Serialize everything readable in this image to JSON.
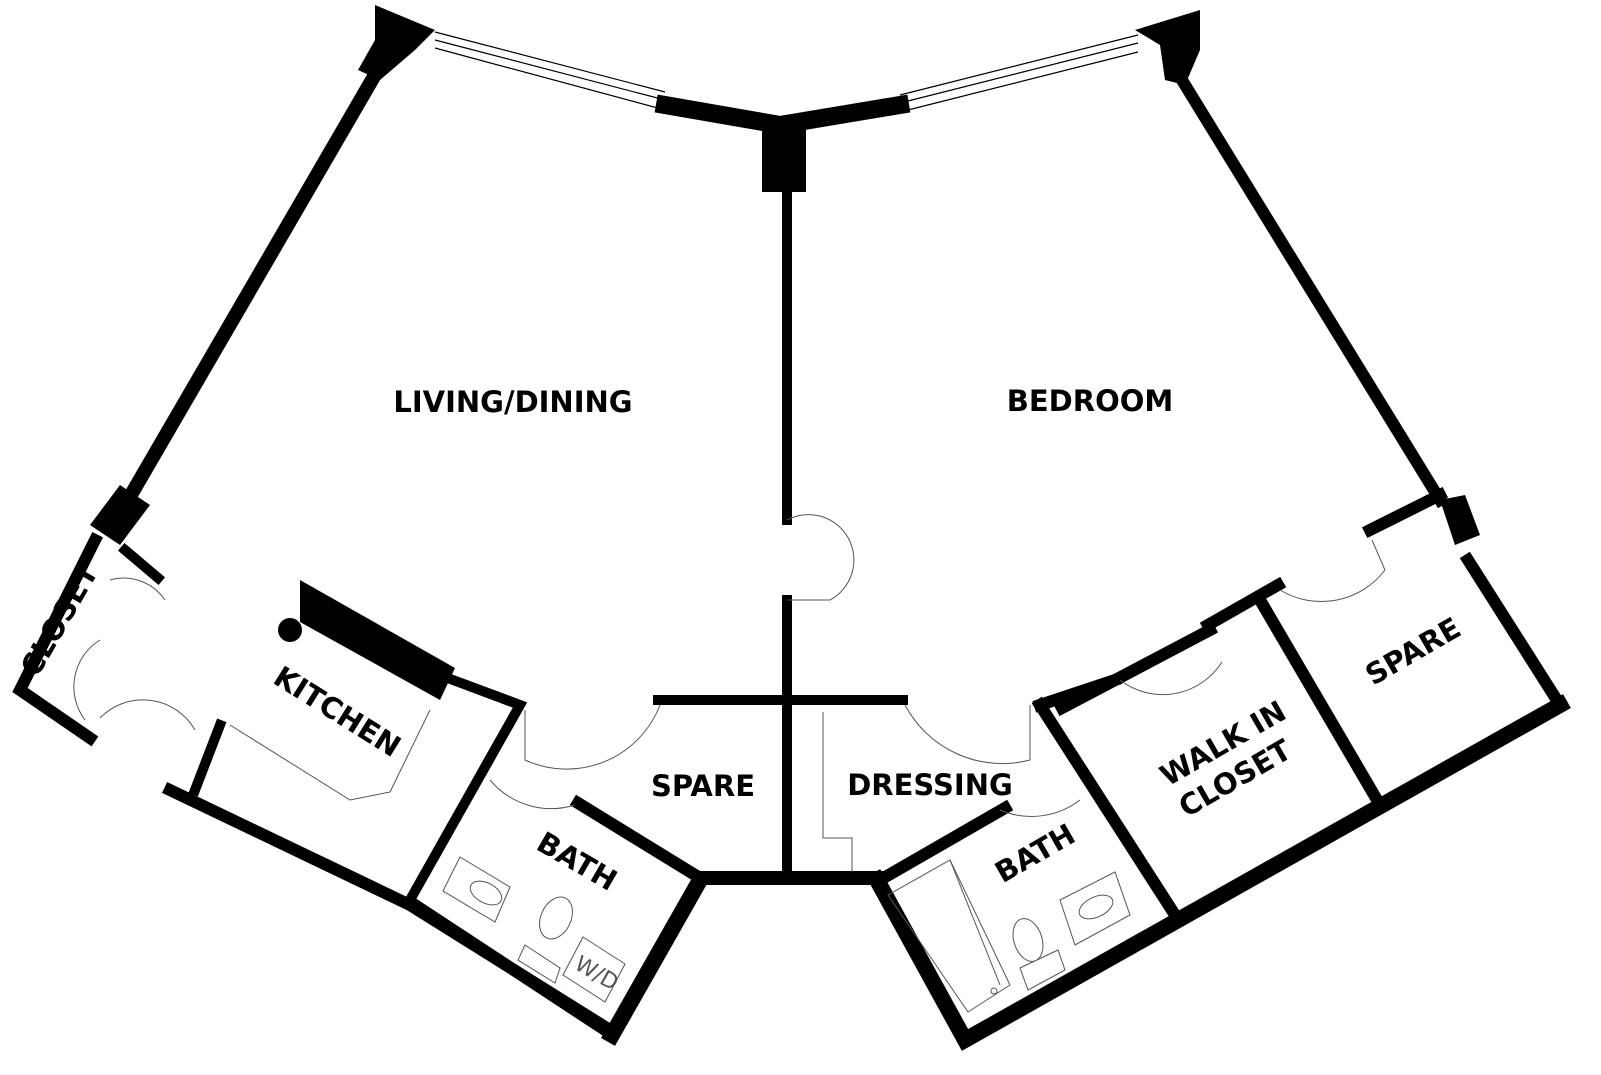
{
  "title": "Floor Plan",
  "rooms": {
    "living_dining": "LIVING/DINING",
    "bedroom": "BEDROOM",
    "closet": "CLOSET",
    "kitchen": "KITCHEN",
    "spare_left": "SPARE",
    "bath_left": "BATH",
    "dressing": "DRESSING",
    "bath_right": "BATH",
    "walk_in_closet_line1": "WALK IN",
    "walk_in_closet_line2": "CLOSET",
    "spare_right": "SPARE"
  },
  "fixtures": {
    "washer_dryer": "W/D"
  },
  "colors": {
    "wall": "#000000",
    "fixture": "#555555"
  }
}
